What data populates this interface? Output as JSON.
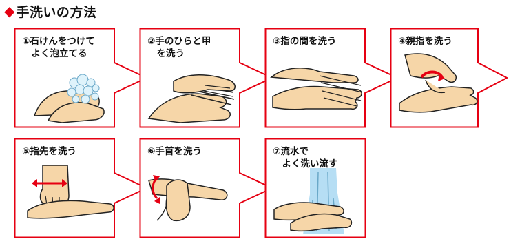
{
  "title": "手洗いの方法",
  "colors": {
    "accent": "#e60012",
    "skin": "#f6d6a8",
    "skin_outline": "#222222",
    "water": "#a9d8f2",
    "foam": "#dff3fb"
  },
  "steps": [
    {
      "label": "①石けんをつけて\n　よく泡立てる",
      "icon": "hands-lathering-foam-icon"
    },
    {
      "label": "②手のひらと甲\n　を洗う",
      "icon": "hands-washing-back-icon"
    },
    {
      "label": "③指の間を洗う",
      "icon": "fingers-interlaced-icon"
    },
    {
      "label": "④親指を洗う",
      "icon": "thumb-twist-icon"
    },
    {
      "label": "⑤指先を洗う",
      "icon": "fingertips-scrub-icon"
    },
    {
      "label": "⑥手首を洗う",
      "icon": "wrist-twist-icon"
    },
    {
      "label": "⑦流水で\n　よく洗い流す",
      "icon": "rinse-under-water-icon"
    }
  ]
}
